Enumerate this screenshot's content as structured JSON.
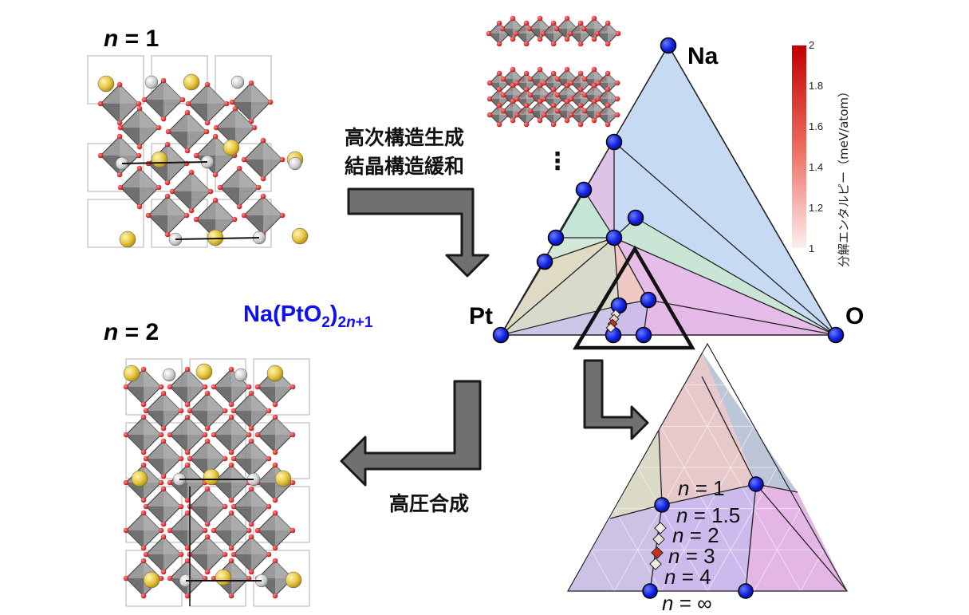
{
  "structures": {
    "n1_label": {
      "italic": "n",
      "rest": " = 1"
    },
    "n2_label": {
      "italic": "n",
      "rest": " = 2"
    }
  },
  "formula": {
    "prefix": "Na(PtO",
    "sub1": "2",
    "close": ")",
    "sub2a": "2",
    "sub2b": "n",
    "sub2c": "+1",
    "color": "#1010ee"
  },
  "process": {
    "step1_line1": "高次構造生成",
    "step1_line2": "結晶構造緩和",
    "dots": "⋮",
    "step2": "高圧合成"
  },
  "phase_diagram": {
    "vertices": {
      "top": "Na",
      "left": "Pt",
      "right": "O"
    },
    "colorbar": {
      "title": "分解エンタルピー（meV/atom）",
      "ticks": [
        "2",
        "1.8",
        "1.6",
        "1.4",
        "1.2",
        "1"
      ],
      "max_color": "#c00000",
      "min_color": "#fdeeee"
    }
  },
  "zoom": {
    "labels": [
      {
        "italic": "n",
        "rest": " = 1"
      },
      {
        "italic": "n",
        "rest": " = 1.5"
      },
      {
        "italic": "n",
        "rest": " = 2"
      },
      {
        "italic": "n",
        "rest": " = 3"
      },
      {
        "italic": "n",
        "rest": " = 4"
      },
      {
        "italic": "n",
        "rest": " = ∞"
      }
    ]
  },
  "colors": {
    "node": "#1020e0",
    "arrow": "#707070",
    "octahedron": "#8a8a8a",
    "oxygen": "#e02020",
    "sodium": "#e6c43a",
    "platinum": "#c8c8c8"
  }
}
